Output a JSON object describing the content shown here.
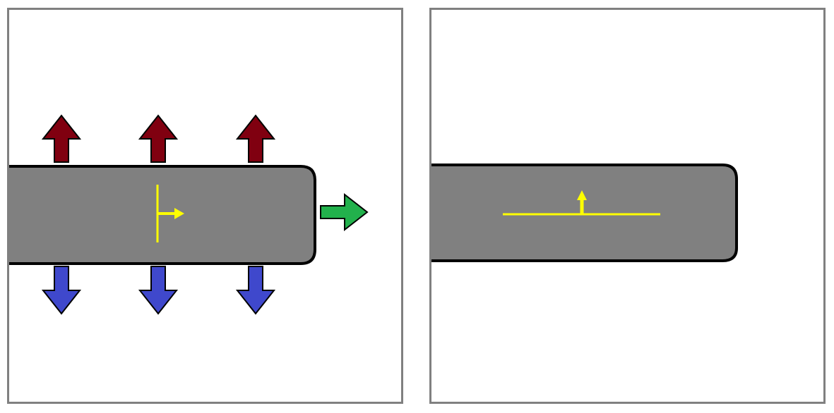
{
  "colors": {
    "background": "#ffffff",
    "panel_border": "#808080",
    "bar_fill": "#808080",
    "bar_outline": "#000000",
    "outward_arrow": "#800010",
    "inward_arrow": "#3f48cc",
    "tip_arrow": "#22b14c",
    "marker": "#ffff00"
  },
  "panels": [
    {
      "id": "left",
      "elements": [
        "bar",
        "perpendicular-marker",
        "upward-arrows",
        "downward-arrows",
        "tip-arrow"
      ],
      "upward_arrow_count": 3,
      "downward_arrow_count": 3,
      "marker_arrow_direction": "right"
    },
    {
      "id": "right",
      "elements": [
        "bar",
        "horizontal-marker"
      ],
      "marker_arrow_direction": "up"
    }
  ]
}
